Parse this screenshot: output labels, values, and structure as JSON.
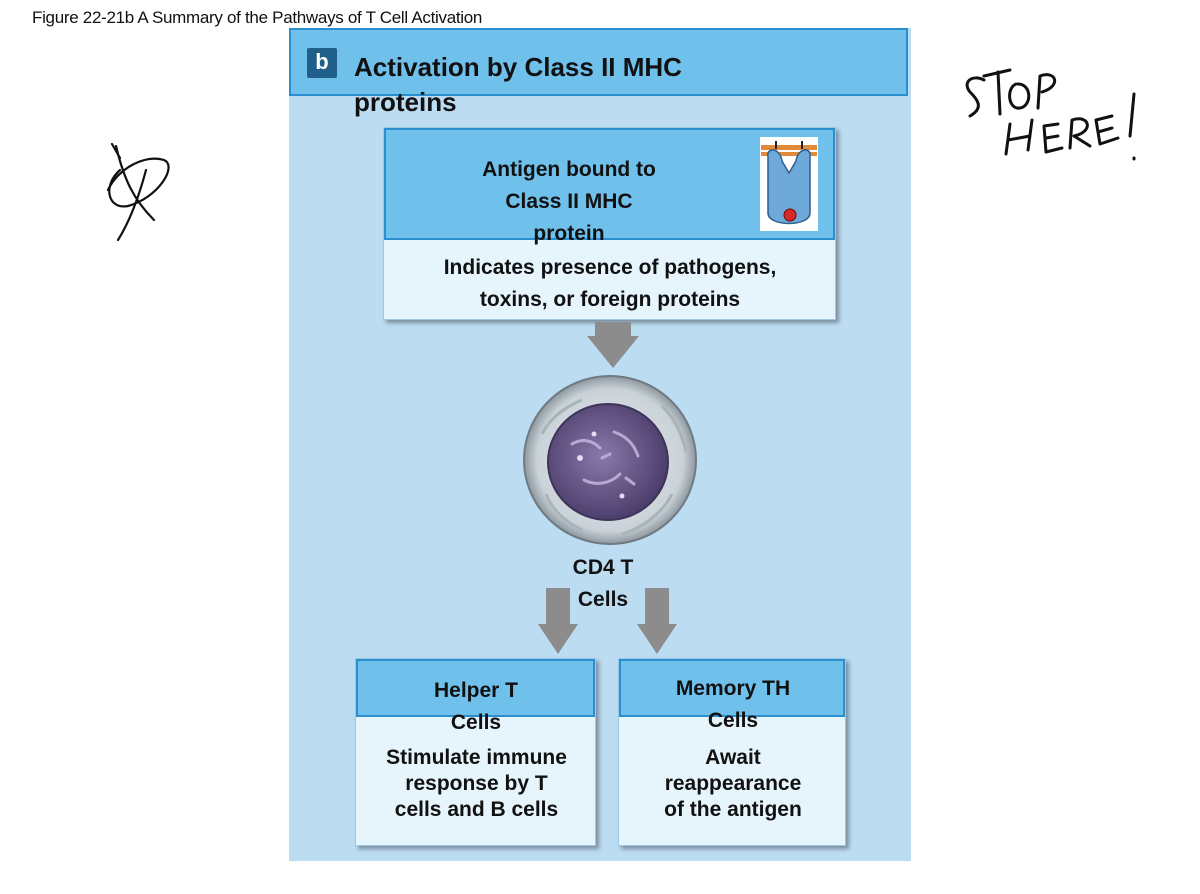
{
  "figure_caption": "Figure 22-21b  A Summary of the Pathways of T Cell Activation",
  "panel": {
    "badge": "b",
    "title": "Activation by Class II MHC proteins"
  },
  "antigen_box": {
    "label": "Antigen bound to Class II MHC protein",
    "description": "Indicates presence of pathogens, toxins, or foreign proteins",
    "icon": "mhc-protein-icon"
  },
  "cell": {
    "label": "CD4 T Cells",
    "icon": "t-cell-icon"
  },
  "helper_box": {
    "label": "Helper T Cells",
    "description": "Stimulate immune response by T cells and B cells"
  },
  "memory_box": {
    "label": "Memory TH Cells",
    "description": "Await reappearance of the antigen"
  },
  "annotations": {
    "stop_note": "STOP HERE!"
  },
  "colors": {
    "panel_bg": "#bcdcf2",
    "header_bg": "#6fc0ea",
    "header_border": "#2b8fcf",
    "box_bg": "#e6f4fc",
    "arrow": "#8c8c8c",
    "badge": "#1f5f8a"
  }
}
